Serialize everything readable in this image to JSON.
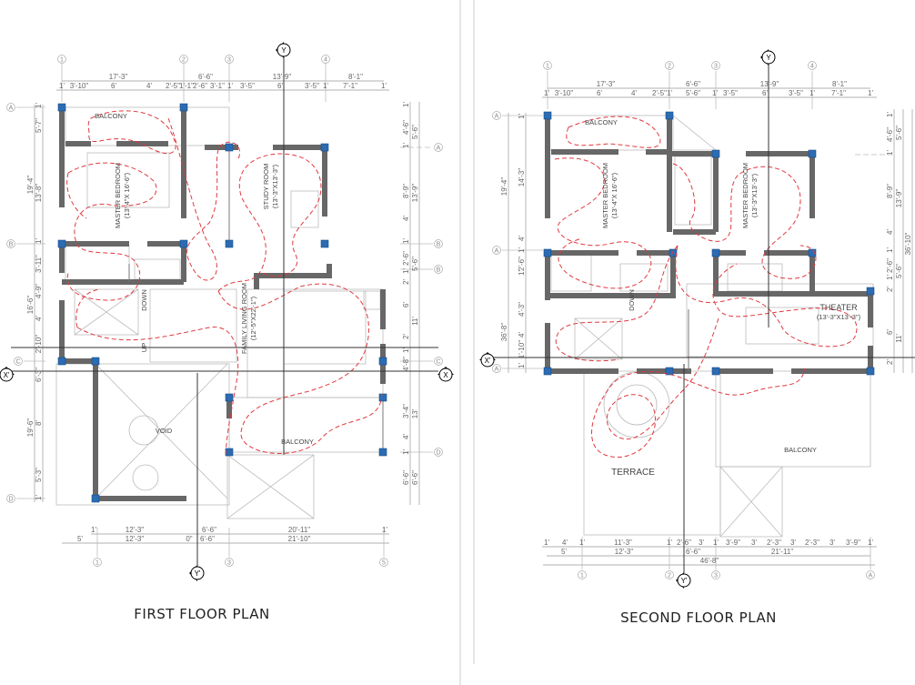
{
  "sheet": {
    "first_title": "FIRST FLOOR PLAN",
    "second_title": "SECOND FLOOR PLAN",
    "colors": {
      "wall": "#676767",
      "column": "#2b6cb3",
      "circulation_path": "#e0393e"
    }
  },
  "first_floor": {
    "grid": {
      "top": [
        "1",
        "2",
        "3",
        "4"
      ],
      "bottom": [
        "1",
        "3",
        "5"
      ],
      "left": [
        "A",
        "B",
        "C",
        "D"
      ],
      "right": [
        "A",
        "B",
        "B",
        "C",
        "D"
      ],
      "axis_y": "Y",
      "axis_y2": "Y'",
      "axis_x": "X",
      "axis_x2": "X'"
    },
    "dims": {
      "top_overall": [
        "17'-3\"",
        "6'-6\"",
        "13'-9\"",
        "8'-1\""
      ],
      "top_detail": [
        "1'",
        "3'-10\"",
        "6'",
        "4'",
        "2'-5\"",
        "1'-1\"",
        "2'-6\"",
        "3'-1\"",
        "1'",
        "3'-5\"",
        "6'",
        "3'-5\"",
        "1'",
        "7'-1\"",
        "1'"
      ],
      "bottom_1": [
        "1'",
        "12'-3\"",
        "6'-6\"",
        "20'-11\"",
        "1'"
      ],
      "bottom_2": [
        "5'",
        "12'-3\"",
        "0\"",
        "6'-6\"",
        "21'-10\""
      ],
      "left_overall": [
        "19'-4\"",
        "16'-6\"",
        "19'-6\""
      ],
      "left_detail": [
        "1'",
        "5'-7\"",
        "13'-8\"",
        "1'",
        "3'-11\"",
        "4'-9\"",
        "4'",
        "2'-10\"",
        "6'-3\"",
        "8'",
        "5'-3\"",
        "1'"
      ],
      "right_detail": [
        "1'",
        "4'-6\"",
        "1'",
        "8'-9\"",
        "4'",
        "1'",
        "2'-6\"",
        "1'",
        "2'",
        "6'",
        "2'",
        "1'",
        "4'-8\"",
        "3'-4\"",
        "4'",
        "1'",
        "6'-6\""
      ],
      "right_overall": [
        "5'-6\"",
        "13'-9\"",
        "5'-6\"",
        "11'",
        "13'",
        "6'-6\""
      ]
    },
    "rooms": {
      "balcony_top": "BALCONY",
      "master_bedroom": "MASTER BEDROOM",
      "master_bedroom_size": "(13'-4\"X 16'-6\")",
      "study_room": "STUDY ROOM",
      "study_room_size": "(13'-3\"X13'-3\")",
      "down": "DOWN",
      "up": "UP",
      "family_living": "FAMILY LIVING ROOM",
      "family_living_size": "(12'-5\"X22'-1\")",
      "void": "VOID",
      "balcony_bottom": "BALCONY"
    }
  },
  "second_floor": {
    "grid": {
      "top": [
        "1",
        "2",
        "3",
        "4"
      ],
      "bottom": [
        "1",
        "2",
        "3",
        "A"
      ],
      "left": [
        "A",
        "A",
        "A"
      ],
      "axis_y": "Y",
      "axis_y2": "Y'",
      "axis_x2": "X'"
    },
    "dims": {
      "top_overall": [
        "17'-3\"",
        "6'-6\"",
        "13'-9\"",
        "8'-1\""
      ],
      "top_detail": [
        "1'",
        "3'-10\"",
        "6'",
        "4'",
        "2'-5\"",
        "1'",
        "5'-6\"",
        "1'",
        "3'-5\"",
        "6'",
        "3'-5\"",
        "1'",
        "7'-1\"",
        "1'"
      ],
      "bottom_1": [
        "1'",
        "4'",
        "1'",
        "11'-3\"",
        "1'",
        "2'-6\"",
        "3'",
        "1'",
        "3'-9\"",
        "3'",
        "2'-3\"",
        "3'",
        "2'-3\"",
        "3'",
        "3'-9\"",
        "1'"
      ],
      "bottom_2": [
        "5'",
        "12'-3\"",
        "6'-6\"",
        "21'-11\""
      ],
      "bottom_total": [
        "46'-8\""
      ],
      "left_overall": [
        "19'-4\"",
        "36'-8\""
      ],
      "left_detail": [
        "1'",
        "14'-3\"",
        "4'",
        "1'",
        "2'-6\"",
        "1'",
        "4'-3\"",
        "4'",
        "1'-10\"",
        "1'"
      ],
      "right_detail": [
        "1'",
        "4'-6\"",
        "1'",
        "8'-9\"",
        "4'",
        "1'",
        "2'-6\"",
        "1'",
        "2'",
        "6'",
        "2'"
      ],
      "right_overall": [
        "5'-6\"",
        "13'-9\"",
        "5'-6\"",
        "11'"
      ],
      "right_total": [
        "36'-10\""
      ]
    },
    "rooms": {
      "balcony_top": "BALCONY",
      "master_bedroom_1": "MASTER BEDROOM",
      "master_bedroom_1_size": "(13'-4\"X 16'-6\")",
      "master_bedroom_2": "MASTER BEDROOM",
      "master_bedroom_2_size": "(13'-3\"X13'-3\")",
      "down": "DOWN",
      "theater": "THEATER",
      "theater_size": "(13'-3\"X13'-3\")",
      "terrace": "TERRACE",
      "balcony_bottom": "BALCONY"
    }
  }
}
